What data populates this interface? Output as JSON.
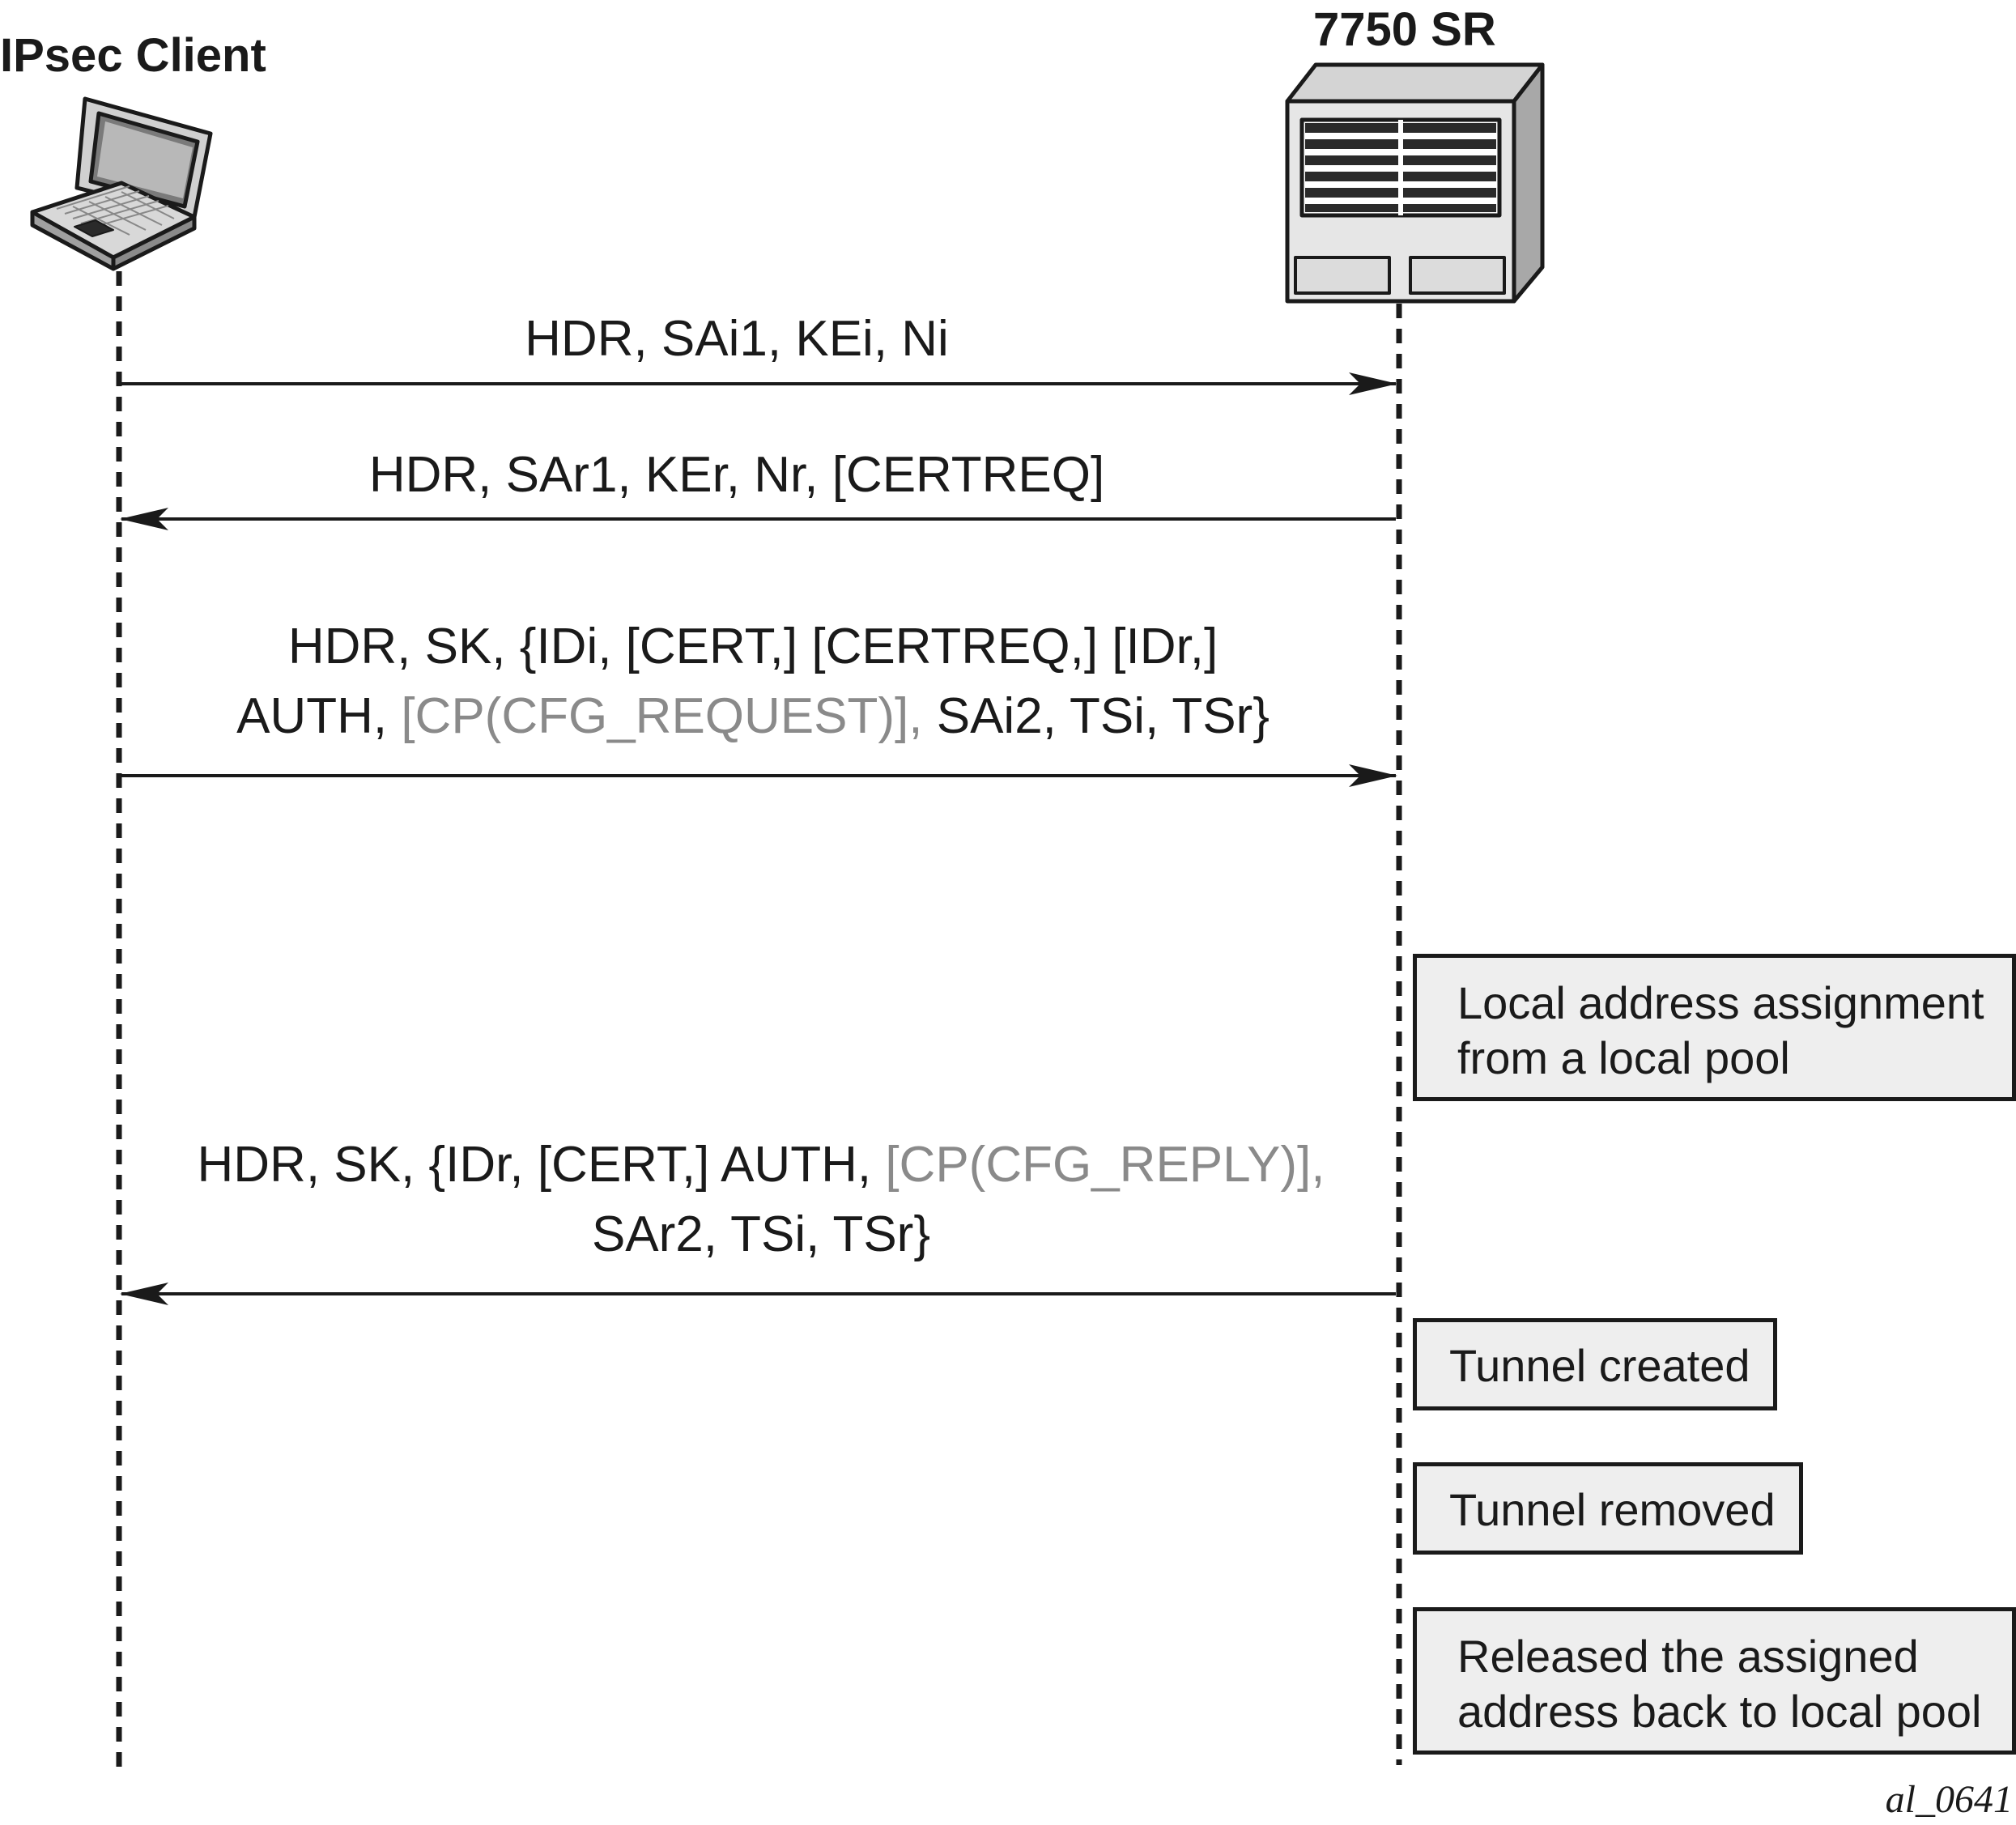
{
  "actors": {
    "client": {
      "label": "IPsec Client",
      "icon": "laptop-icon"
    },
    "router": {
      "label": "7750 SR",
      "icon": "router-chassis-icon"
    }
  },
  "messages": {
    "m1": {
      "line1": "HDR, SAi1, KEi, Ni",
      "direction": "client-to-router"
    },
    "m2": {
      "line1": "HDR, SAr1, KEr, Nr, [CERTREQ]",
      "direction": "router-to-client"
    },
    "m3": {
      "line1": "HDR, SK, {IDi, [CERT,] [CERTREQ,] [IDr,]",
      "line2_a": "AUTH, ",
      "line2_b": "[CP(CFG_REQUEST)],",
      "line2_c": " SAi2, TSi, TSr}",
      "direction": "client-to-router"
    },
    "m4": {
      "line1_a": "HDR, SK, {IDr, [CERT,] AUTH, ",
      "line1_b": "[CP(CFG_REPLY)],",
      "line2": "SAr2, TSi, TSr}",
      "direction": "router-to-client"
    }
  },
  "notes": {
    "n1": {
      "line1": "Local address assignment",
      "line2": "from a local pool"
    },
    "n2": {
      "line1": "Tunnel created"
    },
    "n3": {
      "line1": "Tunnel removed"
    },
    "n4": {
      "line1": "Released the assigned",
      "line2": "address back to local pool"
    }
  },
  "figure_id": "al_0641",
  "colors": {
    "line": "#1a1a1a",
    "highlight_text": "#8a8a8a",
    "note_fill": "#eeeeee"
  }
}
